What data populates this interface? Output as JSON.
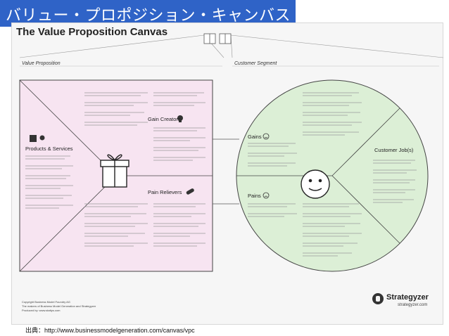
{
  "slide": {
    "title": "バリュー・プロポジション・キャンバス",
    "source": "出典：http://www.businessmodelgeneration.com/canvas/vpc"
  },
  "canvas": {
    "title": "The Value Proposition Canvas",
    "value_proposition_label": "Value Proposition",
    "customer_segment_label": "Customer Segment",
    "sections": {
      "products_services": "Products & Services",
      "gain_creators": "Gain Creators",
      "pain_relievers": "Pain Relievers",
      "gains": "Gains",
      "pains": "Pains",
      "customer_jobs": "Customer Job(s)"
    },
    "copyright_lines": [
      "Copyright Business Model Foundry AG",
      "The makers of Business Model Generation and Strategyzer",
      "Produced by: www.stattys.com"
    ],
    "brand": {
      "name": "Strategyzer",
      "url": "strategyzer.com"
    }
  },
  "colors": {
    "title_bar": "#2f63c7",
    "value_map_fill": "#f7e4f1",
    "customer_profile_fill": "#dcefd6"
  },
  "icons": [
    "gift-icon",
    "smiley-face-icon",
    "gain-smiley-icon",
    "pain-frown-icon",
    "pill-icon",
    "lightbulb-icon"
  ]
}
